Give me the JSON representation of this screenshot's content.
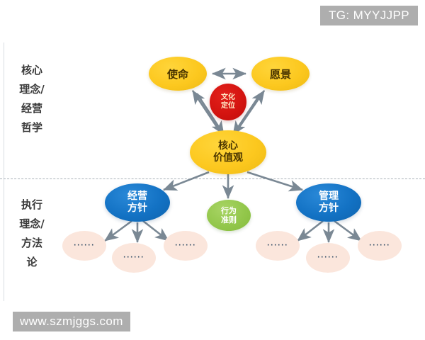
{
  "watermarks": {
    "top_right": "TG: MYYJJPP",
    "bottom_left": "www.szmjggs.com"
  },
  "sections": {
    "top": {
      "label_lines": [
        "核心",
        "理念/",
        "经营",
        "哲学"
      ],
      "label_full": "核心理念/经营哲学"
    },
    "bottom": {
      "label_lines": [
        "执行",
        "理念/",
        "方法",
        "论"
      ],
      "label_full": "执行理念/方法论"
    }
  },
  "nodes": {
    "mission": {
      "text": "使命",
      "lines": [
        "使命"
      ],
      "color": "#fcc81f",
      "shape": "ellipse"
    },
    "vision": {
      "text": "愿景",
      "lines": [
        "愿景"
      ],
      "color": "#fcc81f",
      "shape": "ellipse"
    },
    "culture": {
      "text": "文化定位",
      "lines": [
        "文化",
        "定位"
      ],
      "color": "#d41410",
      "shape": "circle"
    },
    "core_values": {
      "text": "核心价值观",
      "lines": [
        "核心",
        "价值观"
      ],
      "color": "#fcc81f",
      "shape": "ellipse"
    },
    "biz_policy": {
      "text": "经营方针",
      "lines": [
        "经营",
        "方针"
      ],
      "color": "#1372c4",
      "shape": "ellipse"
    },
    "mgmt_policy": {
      "text": "管理方针",
      "lines": [
        "管理",
        "方针"
      ],
      "color": "#1372c4",
      "shape": "ellipse"
    },
    "conduct": {
      "text": "行为准则",
      "lines": [
        "行为",
        "准则"
      ],
      "color": "#93c74b",
      "shape": "ellipse"
    }
  },
  "leaf_nodes": [
    {
      "id": "pink-1",
      "text": "······",
      "color": "#fbe6dc",
      "parent": "biz_policy"
    },
    {
      "id": "pink-2",
      "text": "······",
      "color": "#fbe6dc",
      "parent": "biz_policy"
    },
    {
      "id": "pink-3",
      "text": "······",
      "color": "#fbe6dc",
      "parent": "biz_policy"
    },
    {
      "id": "pink-4",
      "text": "······",
      "color": "#fbe6dc",
      "parent": "mgmt_policy"
    },
    {
      "id": "pink-5",
      "text": "······",
      "color": "#fbe6dc",
      "parent": "mgmt_policy"
    },
    {
      "id": "pink-6",
      "text": "······",
      "color": "#fbe6dc",
      "parent": "mgmt_policy"
    }
  ],
  "connectors": {
    "arrow_color": "#7a8894",
    "edges": [
      {
        "from": "mission",
        "to": "vision",
        "type": "double"
      },
      {
        "from": "core_values",
        "to": "mission",
        "type": "single"
      },
      {
        "from": "core_values",
        "to": "vision",
        "type": "single"
      },
      {
        "from": "mission",
        "to": "core_values",
        "type": "single"
      },
      {
        "from": "vision",
        "to": "core_values",
        "type": "single"
      },
      {
        "from": "core_values",
        "to": "biz_policy",
        "type": "single"
      },
      {
        "from": "core_values",
        "to": "mgmt_policy",
        "type": "single"
      },
      {
        "from": "core_values",
        "to": "conduct",
        "type": "single"
      },
      {
        "from": "biz_policy",
        "to": "pink-1",
        "type": "single"
      },
      {
        "from": "biz_policy",
        "to": "pink-2",
        "type": "single"
      },
      {
        "from": "biz_policy",
        "to": "pink-3",
        "type": "single"
      },
      {
        "from": "mgmt_policy",
        "to": "pink-4",
        "type": "single"
      },
      {
        "from": "mgmt_policy",
        "to": "pink-5",
        "type": "single"
      },
      {
        "from": "mgmt_policy",
        "to": "pink-6",
        "type": "single"
      }
    ]
  },
  "divider": {
    "style": "dashed",
    "color": "#9aa3ab"
  }
}
